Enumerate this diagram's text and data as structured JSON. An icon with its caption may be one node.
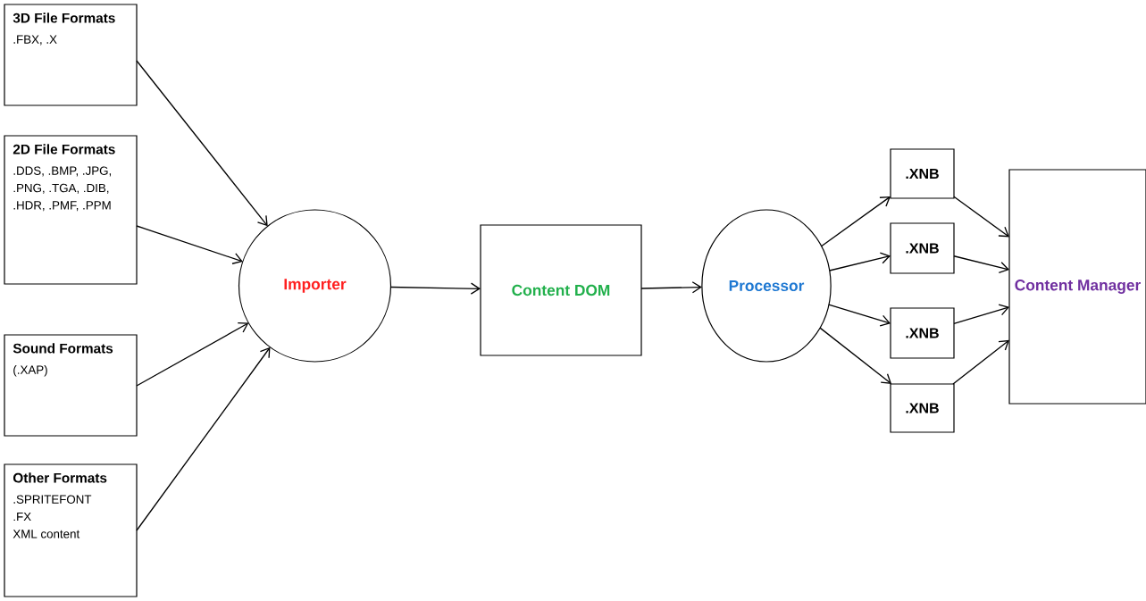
{
  "diagram": {
    "nodes": [
      {
        "text": [
          "3D File Formats",
          ".FBX, .X"
        ]
      },
      {
        "text": [
          "2D File Formats",
          ".DDS, .BMP, .JPG, .PNG, .TGA, .DIB, .HDR, .PMF, .PPM"
        ]
      },
      {
        "text": [
          "Sound Formats",
          "(.XAP)"
        ]
      },
      {
        "text": [
          "Other Formats",
          ".SPRITEFONT",
          ".FX",
          "XML content"
        ]
      },
      {
        "text": [
          "Importer"
        ]
      },
      {
        "text": [
          "Content DOM"
        ]
      },
      {
        "text": [
          "Processor"
        ]
      },
      {
        "text": [
          ".XNB"
        ]
      },
      {
        "text": [
          ".XNB"
        ]
      },
      {
        "text": [
          ".XNB"
        ]
      },
      {
        "text": [
          ".XNB"
        ]
      },
      {
        "text": [
          "Content Manager"
        ]
      }
    ],
    "edges": [
      {
        "from": 0,
        "to": 4,
        "arrow": "to"
      },
      {
        "from": 1,
        "to": 4,
        "arrow": "to"
      },
      {
        "from": 2,
        "to": 4,
        "arrow": "to"
      },
      {
        "from": 3,
        "to": 4,
        "arrow": "to"
      },
      {
        "from": 4,
        "to": 5,
        "arrow": "to"
      },
      {
        "from": 5,
        "to": 6,
        "arrow": "to"
      },
      {
        "from": 6,
        "to": 7,
        "arrow": "to"
      },
      {
        "from": 6,
        "to": 8,
        "arrow": "to"
      },
      {
        "from": 6,
        "to": 9,
        "arrow": "to"
      },
      {
        "from": 6,
        "to": 10,
        "arrow": "to"
      },
      {
        "from": 7,
        "to": 11,
        "arrow": "to"
      },
      {
        "from": 8,
        "to": 11,
        "arrow": "to"
      },
      {
        "from": 9,
        "to": 11,
        "arrow": "to"
      },
      {
        "from": 10,
        "to": 11,
        "arrow": "to"
      }
    ]
  }
}
